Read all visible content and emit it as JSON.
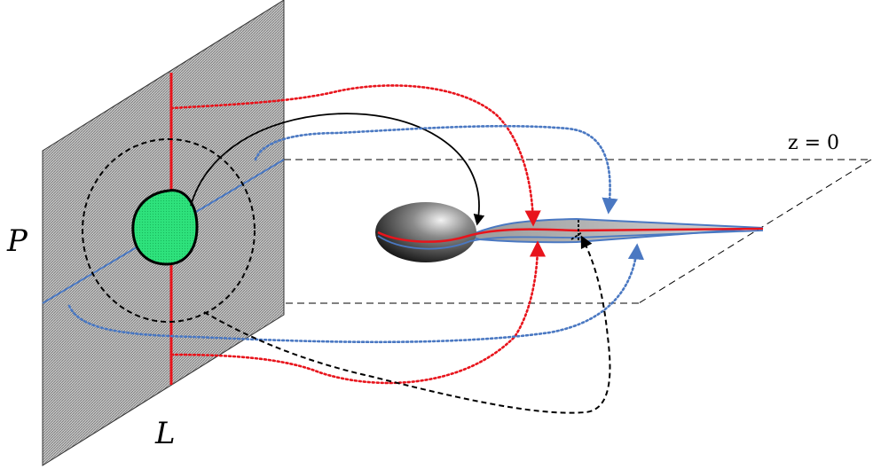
{
  "labels": {
    "plane": "P",
    "line": "L",
    "plane_equation": "z = 0"
  },
  "colors": {
    "plane_fill": "#bdbdbd",
    "red_path": "#e8141c",
    "blue_path": "#4a78c2",
    "black_path": "#000000",
    "section_fill": "#22dd77",
    "body_dark": "#1e1e1e"
  }
}
